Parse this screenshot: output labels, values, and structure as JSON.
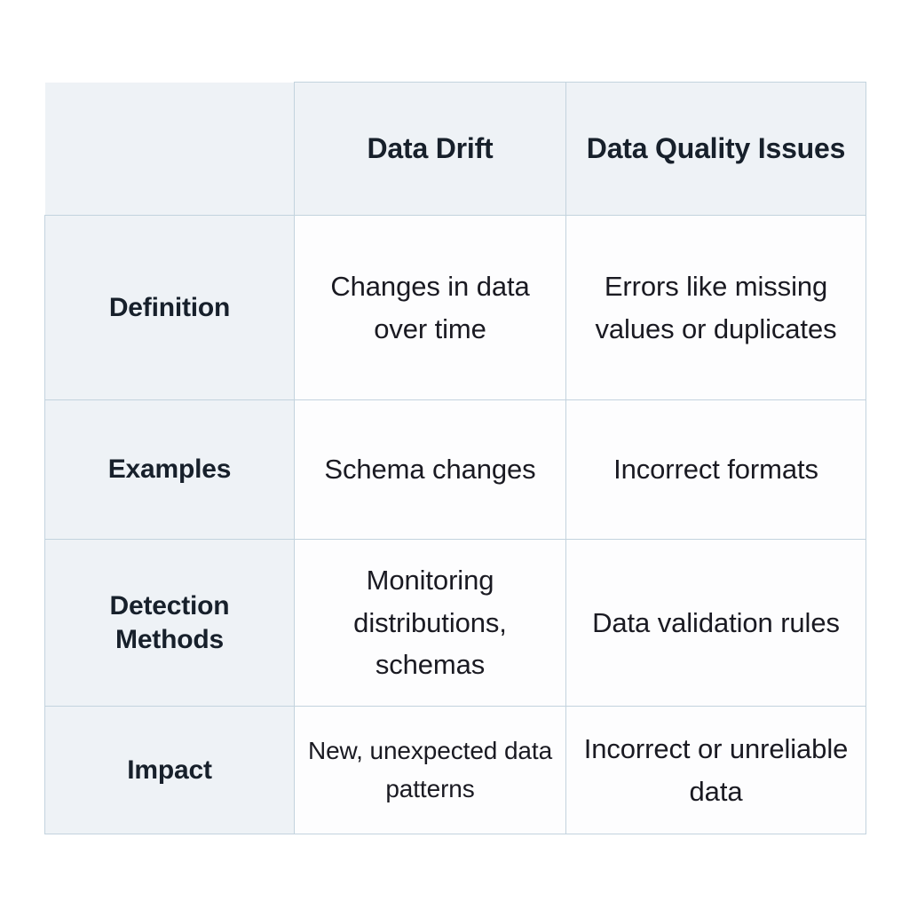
{
  "table": {
    "corner_label": "",
    "columns": [
      {
        "key": "label",
        "header": ""
      },
      {
        "key": "drift",
        "header": "Data Drift"
      },
      {
        "key": "quality",
        "header": "Data Quality Issues"
      }
    ],
    "rows": [
      {
        "label": "Definition",
        "drift": "Changes in data over time",
        "quality": "Errors like missing values or duplicates"
      },
      {
        "label": "Examples",
        "drift": "Schema changes",
        "quality": "Incorrect formats"
      },
      {
        "label": "Detection Methods",
        "drift": "Monitoring distributions, schemas",
        "quality": "Data validation rules"
      },
      {
        "label": "Impact",
        "drift": "New, unexpected data patterns",
        "quality": "Incorrect or unreliable data"
      }
    ]
  },
  "style": {
    "page_background": "#ffffff",
    "header_background": "#eef2f6",
    "label_background": "#eef2f6",
    "cell_background": "#fdfdfe",
    "grid_line": "#c3d3de",
    "header_text": "#17202b",
    "body_text": "#1a1a22"
  }
}
